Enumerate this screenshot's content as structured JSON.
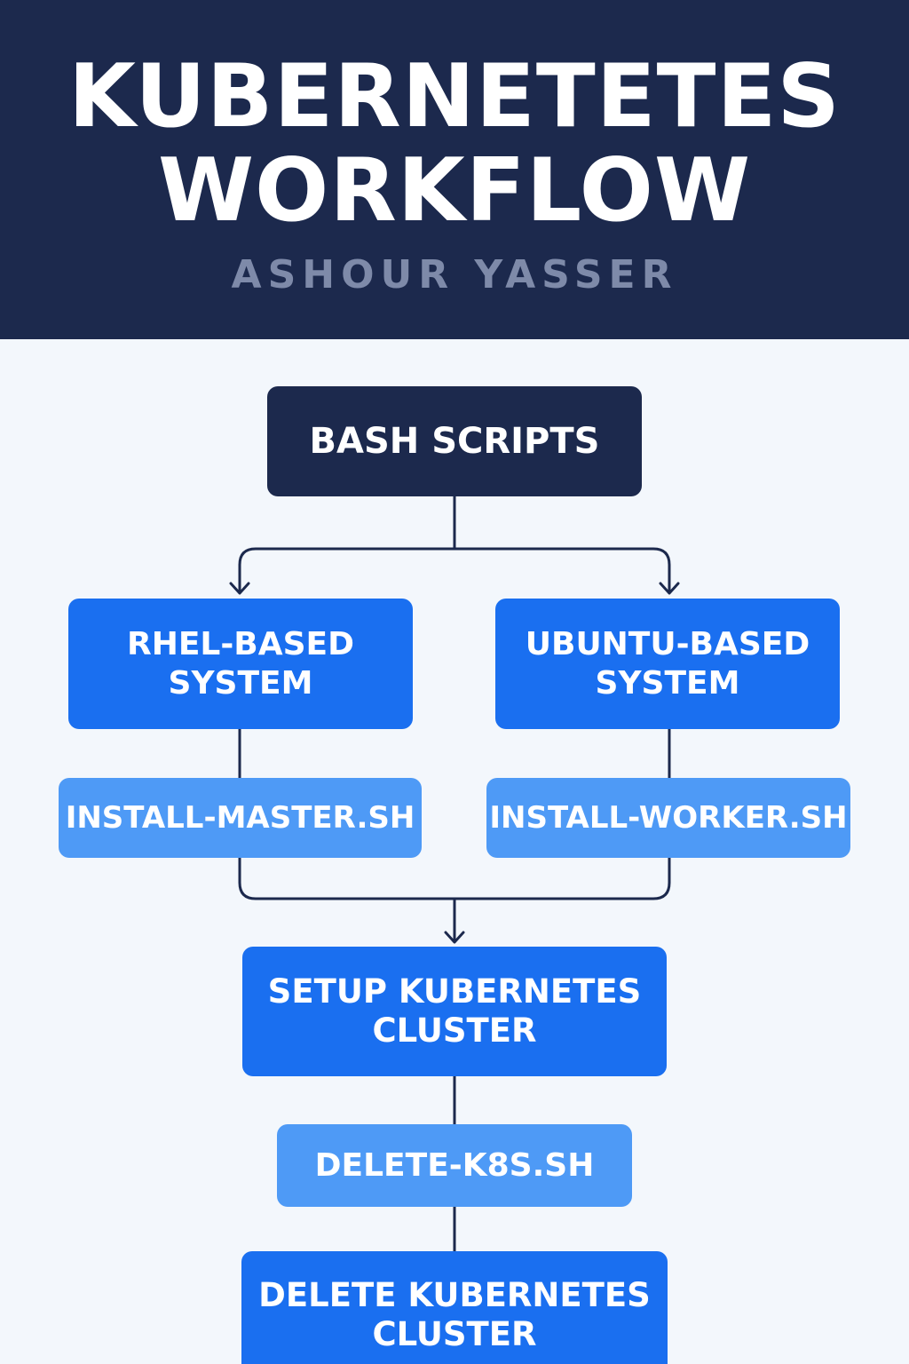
{
  "header": {
    "title_line1": "KUBERNETETES",
    "title_line2": "WORKFLOW",
    "author": "ASHOUR YASSER"
  },
  "colors": {
    "navy": "#1c294d",
    "primary_blue": "#1a6ff0",
    "light_blue": "#4e9af6",
    "background": "#f3f7fc",
    "subtitle_gray": "#7e8aa9"
  },
  "diagram": {
    "nodes": {
      "bash_scripts": "BASH SCRIPTS",
      "rhel_system": "RHEL-BASED\nSYSTEM",
      "ubuntu_system": "UBUNTU-BASED\nSYSTEM",
      "install_master": "INSTALL-MASTER.SH",
      "install_worker": "INSTALL-WORKER.SH",
      "setup_cluster": "SETUP KUBERNETES\nCLUSTER",
      "delete_script": "DELETE-K8S.SH",
      "delete_cluster": "DELETE KUBERNETES\nCLUSTER"
    },
    "edges": [
      {
        "from": "bash_scripts",
        "to": "rhel_system",
        "arrow": true
      },
      {
        "from": "bash_scripts",
        "to": "ubuntu_system",
        "arrow": true
      },
      {
        "from": "rhel_system",
        "to": "install_master",
        "arrow": false
      },
      {
        "from": "ubuntu_system",
        "to": "install_worker",
        "arrow": false
      },
      {
        "from": "install_master",
        "to": "setup_cluster",
        "arrow": true
      },
      {
        "from": "install_worker",
        "to": "setup_cluster",
        "arrow": true
      },
      {
        "from": "setup_cluster",
        "to": "delete_script",
        "arrow": false
      },
      {
        "from": "delete_script",
        "to": "delete_cluster",
        "arrow": false
      }
    ]
  }
}
